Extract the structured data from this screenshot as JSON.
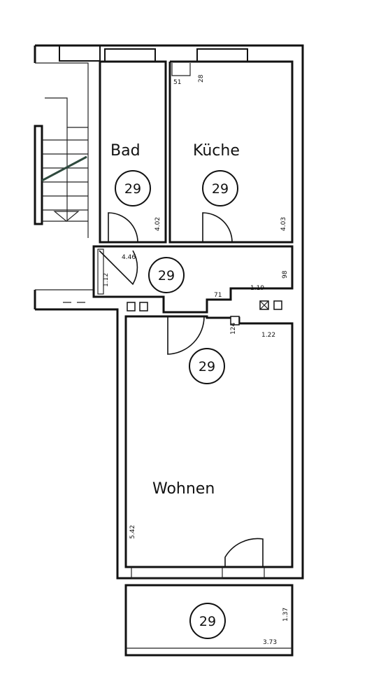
{
  "rooms": {
    "bad": {
      "label": "Bad",
      "number": "29"
    },
    "kueche": {
      "label": "Küche",
      "number": "29"
    },
    "flur": {
      "number": "29"
    },
    "wohnen": {
      "label": "Wohnen",
      "number": "29"
    },
    "balkon": {
      "number": "29"
    }
  },
  "dimensions": {
    "bad_depth": "4.02",
    "kueche_depth": "4.03",
    "kueche_small_a": "51",
    "kueche_small_b": "28",
    "flur_width": "4.46",
    "flur_depth": "1.12",
    "flur_small_a": "71",
    "flur_small_b": "1.19",
    "flur_small_c": "98",
    "wohnen_a": "124",
    "wohnen_b": "1.22",
    "wohnen_depth": "5.42",
    "balkon_depth": "1.37",
    "balkon_width": "3.73"
  }
}
